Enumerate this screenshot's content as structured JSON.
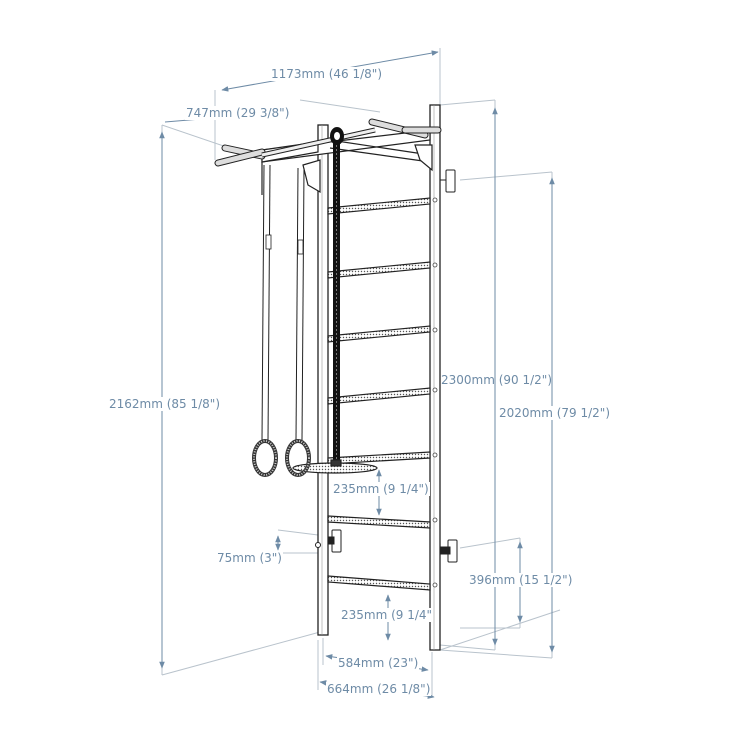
{
  "diagram": {
    "subject": "wall bars with pull-up bar, gymnastic rings, climbing rope and platform",
    "colors": {
      "dimension": "#6e8ba6",
      "extension": "#b9c3cc",
      "structure": "#222222",
      "background": "#ffffff"
    },
    "rung_count": 7,
    "dimensions": {
      "overall_depth": "1173mm (46 1/8\")",
      "pullup_bar_depth": "747mm (29 3/8\")",
      "overall_height": "2162mm (85 1/8\")",
      "ceiling_clearance_height": "2300mm (90 1/2\")",
      "upper_bracket_height": "2020mm (79 1/2\")",
      "rung_spacing_upper": "235mm (9 1/4\")",
      "wall_offset": "75mm (3\")",
      "lower_bracket_height": "396mm (15 1/2\")",
      "rung_spacing_lower": "235mm (9 1/4\"",
      "inner_width": "584mm (23\")",
      "outer_width": "664mm (26 1/8\")"
    }
  }
}
